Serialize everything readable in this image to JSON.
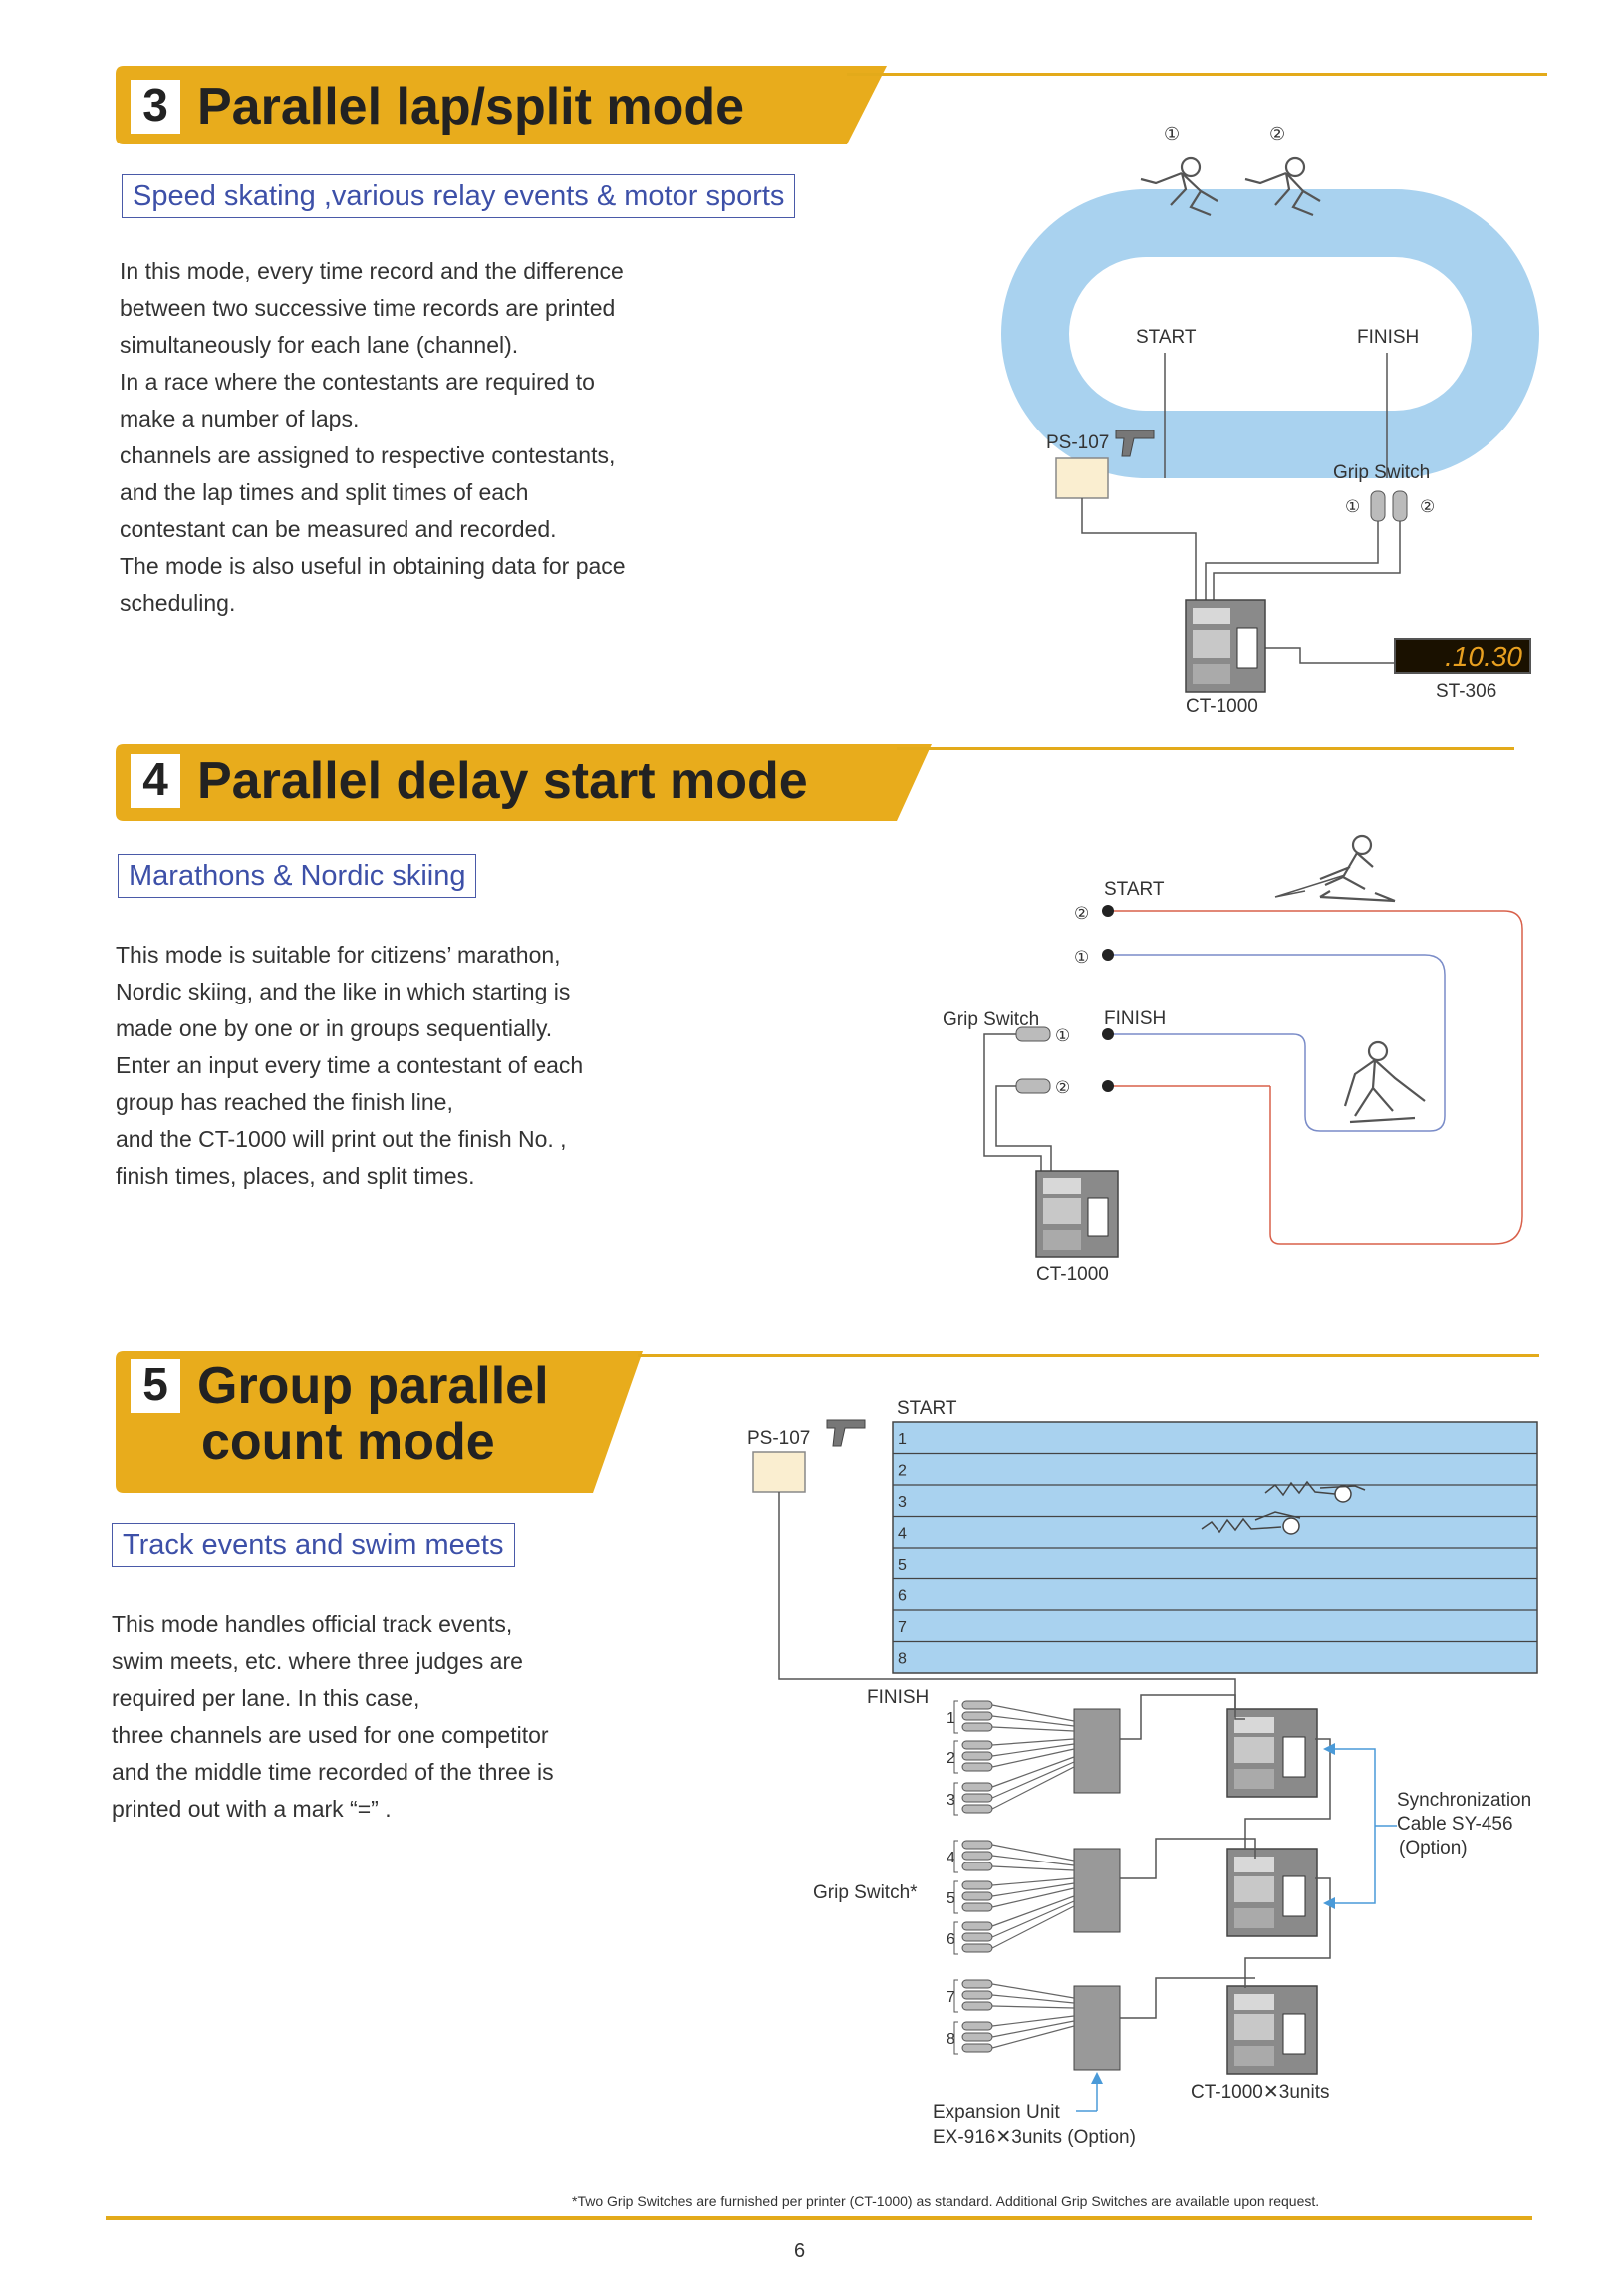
{
  "sections": [
    {
      "number": "3",
      "title": "Parallel lap/split mode",
      "subtitle": "Speed skating ,various relay events & motor sports",
      "body": [
        "In this mode, every time record and the difference",
        "between two successive time records are printed",
        "simultaneously for each lane (channel).",
        "In a race where the contestants are required to",
        "make a number of laps.",
        "channels are assigned to respective contestants,",
        "and the lap times and  split times of each",
        "contestant can be measured and recorded.",
        "The mode is also useful in obtaining data for pace",
        "scheduling."
      ],
      "diagram": {
        "skater_1": "①",
        "skater_2": "②",
        "start": "START",
        "finish": "FINISH",
        "starter": "PS-107",
        "grip_switch": "Grip Switch",
        "grip_1": "①",
        "grip_2": "②",
        "printer": "CT-1000",
        "display": "ST-306",
        "display_value": ".10.30"
      }
    },
    {
      "number": "4",
      "title": "Parallel delay start mode",
      "subtitle": "Marathons & Nordic skiing",
      "body": [
        "This mode is suitable for citizens’ marathon,",
        "Nordic skiing, and the like in which starting is",
        "made one by one or in groups sequentially.",
        "Enter an input every time a contestant of each",
        "group has reached the finish line,",
        "and the CT-1000 will print out the finish No. ,",
        "finish times, places, and split times."
      ],
      "diagram": {
        "start": "START",
        "finish": "FINISH",
        "start_2": "②",
        "start_1": "①",
        "grip_switch": "Grip Switch",
        "grip_1": "①",
        "grip_2": "②",
        "printer": "CT-1000"
      }
    },
    {
      "number": "5",
      "title_line1": "Group parallel",
      "title_line2": "count mode",
      "subtitle": "Track events and swim meets",
      "body": [
        "This mode handles official track events,",
        "swim meets, etc. where three judges are",
        "required per lane. In this case,",
        "three channels are used for one competitor",
        "and the middle time recorded of the three is",
        "printed out with a mark  “=” ."
      ],
      "diagram": {
        "start": "START",
        "starter": "PS-107",
        "lanes": [
          "1",
          "2",
          "3",
          "4",
          "5",
          "6",
          "7",
          "8"
        ],
        "finish": "FINISH",
        "grip_numbers": [
          "1",
          "2",
          "3",
          "4",
          "5",
          "6",
          "7",
          "8"
        ],
        "grip_switch": "Grip Switch*",
        "sync_line1": "Synchronization",
        "sync_line2": "Cable SY-456",
        "sync_line3": "(Option)",
        "printers": "CT-1000✕3units",
        "expansion_line1": "Expansion Unit",
        "expansion_line2": "EX-916✕3units  (Option)"
      }
    }
  ],
  "footnote": "*Two Grip Switches are furnished per printer (CT-1000) as standard. Additional Grip Switches are available upon request.",
  "page_number": "6",
  "colors": {
    "gold": "#e3aa1a",
    "track_blue": "#a9d2ef",
    "pool_blue": "#a9d2ef",
    "subtitle_blue": "#3d50a8",
    "red_wire": "#d8604a",
    "blue_wire": "#7a8cc8"
  }
}
